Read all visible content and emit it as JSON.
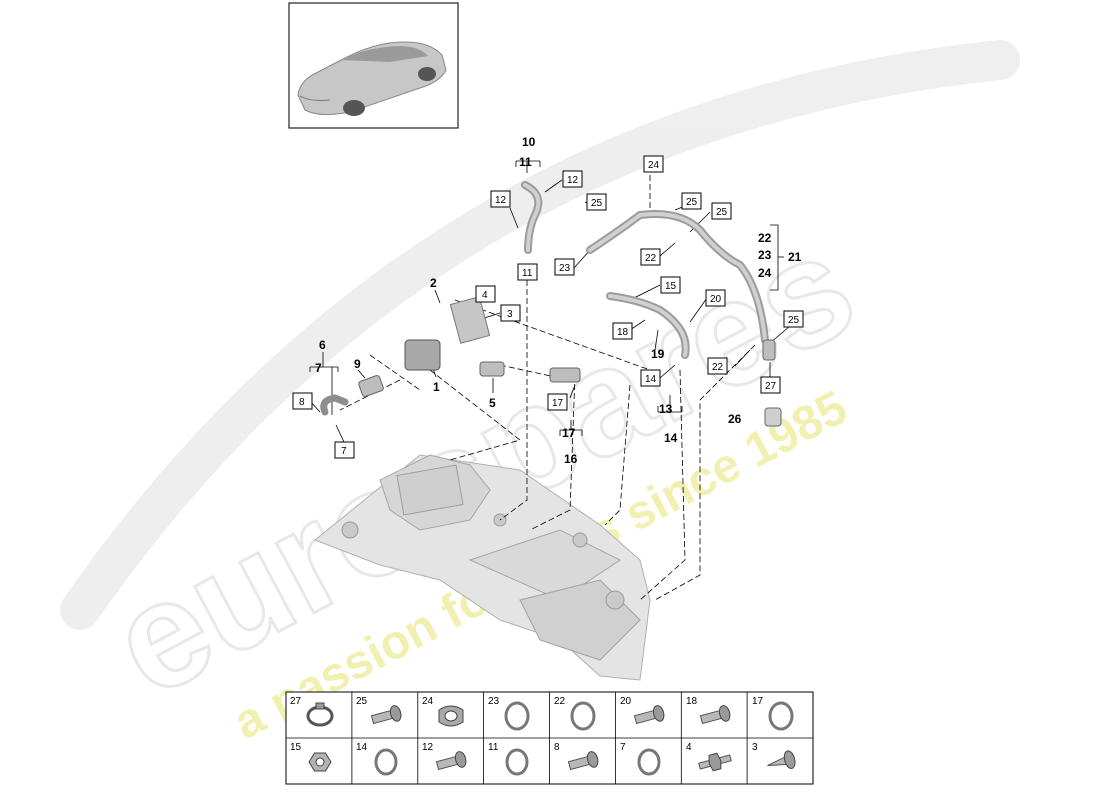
{
  "watermark": {
    "brand": "eurospares",
    "tagline": "a passion for parts since 1985"
  },
  "callouts": {
    "c10": "10",
    "c11": "11",
    "c12a": "12",
    "c12b": "12",
    "c11b": "11",
    "c25a": "25",
    "c25b": "25",
    "c25c": "25",
    "c25d": "25",
    "c24": "24",
    "c23": "23",
    "c22a": "22",
    "c22b": "22",
    "c22r": "22",
    "c23r": "23",
    "c24r": "24",
    "c21": "21",
    "c2": "2",
    "c4": "4",
    "c3": "3",
    "c1": "1",
    "c5": "5",
    "c6": "6",
    "c7": "7",
    "c9": "9",
    "c8": "8",
    "c7b": "7",
    "c15": "15",
    "c20": "20",
    "c18": "18",
    "c19": "19",
    "c14a": "14",
    "c17a": "17",
    "c17b": "17",
    "c16": "16",
    "c13": "13",
    "c14b": "14",
    "c27": "27",
    "c26": "26"
  },
  "parts_table": {
    "row1": [
      "27",
      "25",
      "24",
      "23",
      "22",
      "20",
      "18",
      "17"
    ],
    "row2": [
      "15",
      "14",
      "12",
      "11",
      "8",
      "7",
      "4",
      "3"
    ],
    "icons_row1": [
      "hose-clamp-icon",
      "bolt-icon",
      "clip-icon",
      "o-ring-icon",
      "o-ring-icon",
      "bolt-icon",
      "bolt-icon",
      "o-ring-icon"
    ],
    "icons_row2": [
      "nut-icon",
      "o-ring-icon",
      "bolt-icon",
      "o-ring-icon",
      "bolt-icon",
      "o-ring-icon",
      "stud-icon",
      "screw-icon"
    ]
  }
}
